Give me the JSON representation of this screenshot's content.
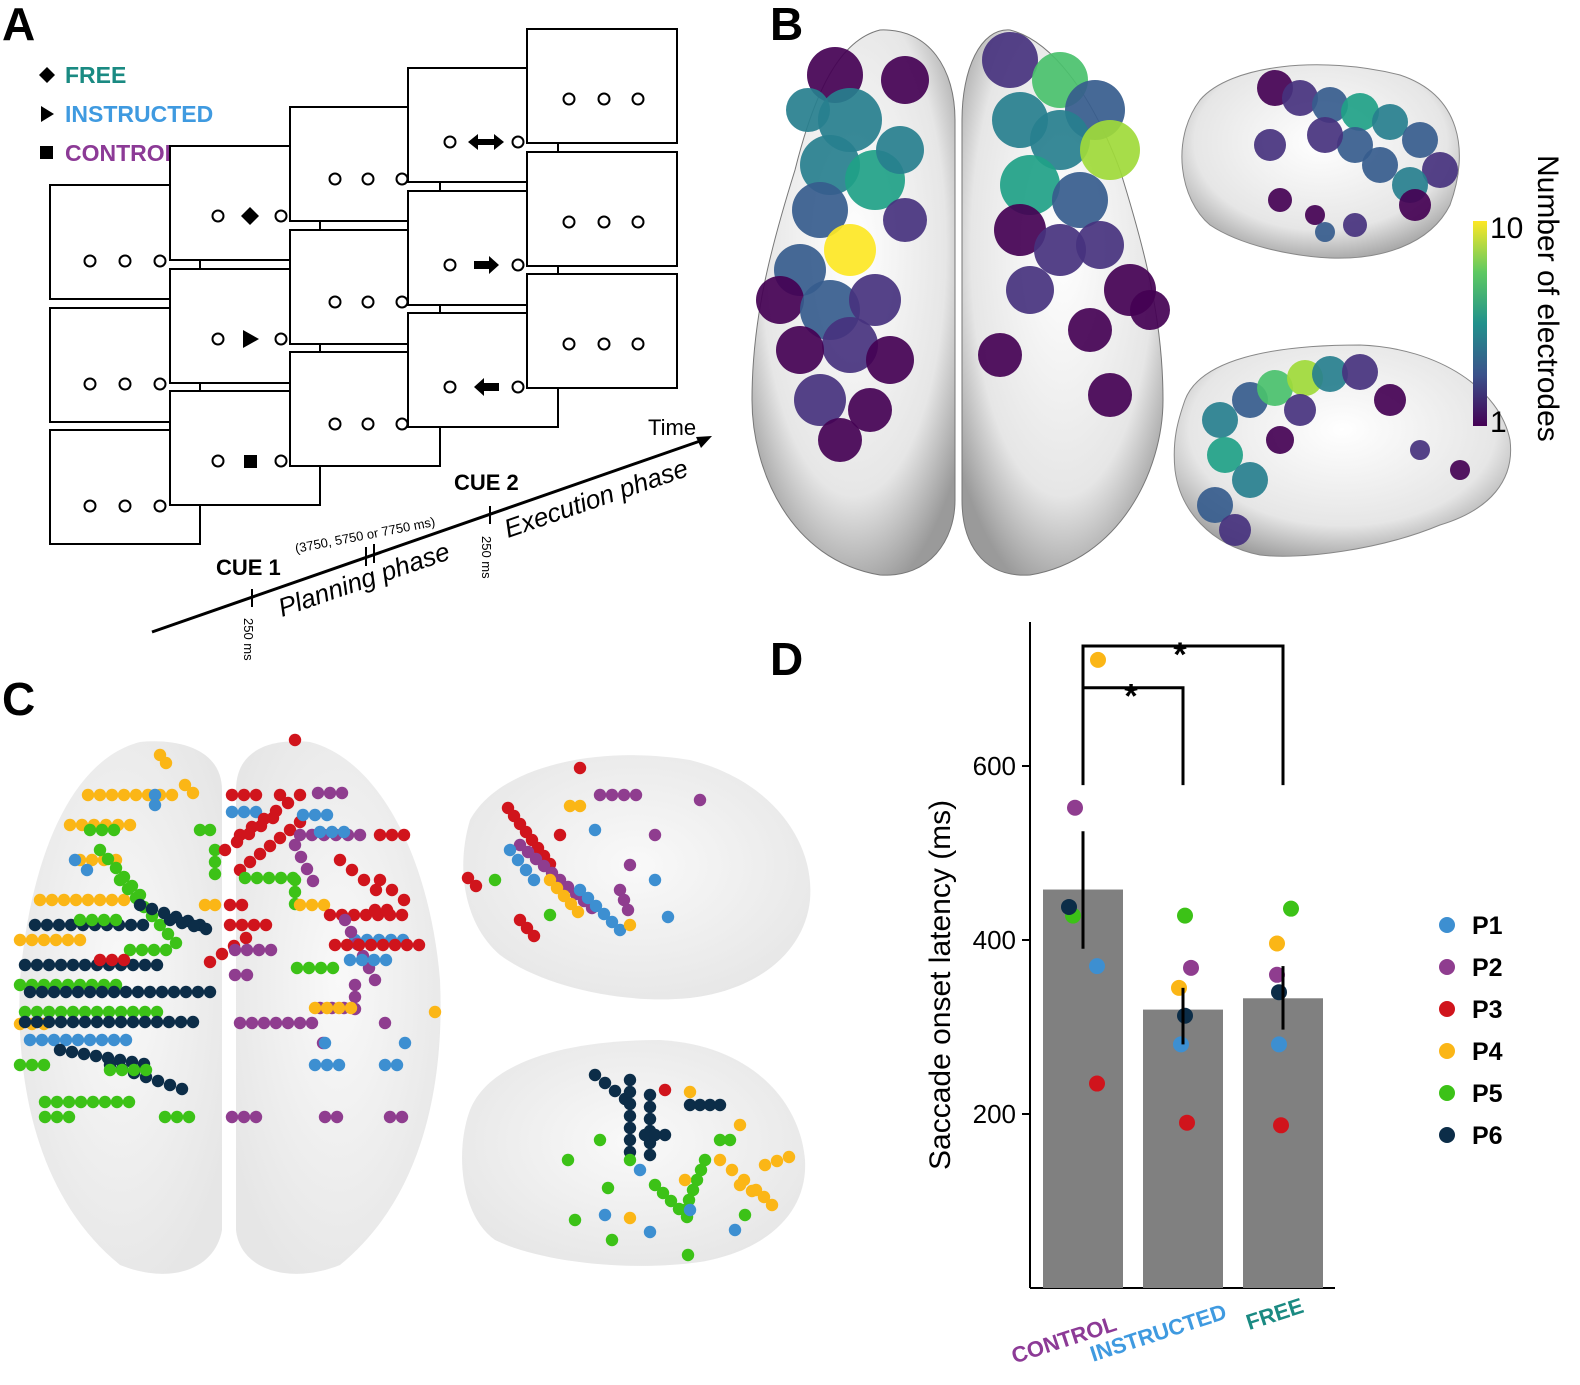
{
  "panels": {
    "a": "A",
    "b": "B",
    "c": "C",
    "d": "D"
  },
  "colors": {
    "free": "#1a8a82",
    "instructed": "#3f9ae0",
    "control": "#8c3a96",
    "bar": "#808080",
    "P1": "#3d8fd1",
    "P2": "#8f3d8f",
    "P3": "#d0141c",
    "P4": "#fbb616",
    "P5": "#3cc217",
    "P6": "#0c2d48"
  },
  "legend_a": [
    {
      "symbol": "diamond",
      "label": "FREE",
      "color": "#1a8a82"
    },
    {
      "symbol": "triangle",
      "label": "INSTRUCTED",
      "color": "#3f9ae0"
    },
    {
      "symbol": "square",
      "label": "CONTROL",
      "color": "#8c3a96"
    }
  ],
  "timeline": {
    "cue1": "CUE 1",
    "cue2": "CUE 2",
    "delays": "(3750, 5750 or 7750 ms)",
    "planning": "Planning phase",
    "execution": "Execution phase",
    "time": "Time",
    "d1": "250 ms",
    "d2": "250 ms"
  },
  "colorbar": {
    "label": "Number of electrodes",
    "min": "1",
    "max": "10"
  },
  "chart_data": {
    "type": "bar",
    "categories": [
      "CONTROL",
      "INSTRUCTED",
      "FREE"
    ],
    "values": [
      458,
      320,
      333
    ],
    "errors": [
      [
        390,
        525
      ],
      [
        280,
        345
      ],
      [
        297,
        370
      ]
    ],
    "ylabel": "Saccade onset latency (ms)",
    "yticks": [
      200,
      400,
      600
    ],
    "ylim": [
      0,
      760
    ],
    "participants": [
      {
        "name": "P1",
        "values": [
          370,
          280,
          280
        ]
      },
      {
        "name": "P2",
        "values": [
          552,
          368,
          360
        ]
      },
      {
        "name": "P3",
        "values": [
          235,
          190,
          187
        ]
      },
      {
        "name": "P4",
        "values": [
          722,
          345,
          396
        ]
      },
      {
        "name": "P5",
        "values": [
          428,
          428,
          436
        ]
      },
      {
        "name": "P6",
        "values": [
          438,
          313,
          340
        ]
      }
    ],
    "significance": [
      {
        "from": "CONTROL",
        "to": "FREE",
        "label": "*"
      },
      {
        "from": "CONTROL",
        "to": "INSTRUCTED",
        "label": "*"
      }
    ]
  }
}
